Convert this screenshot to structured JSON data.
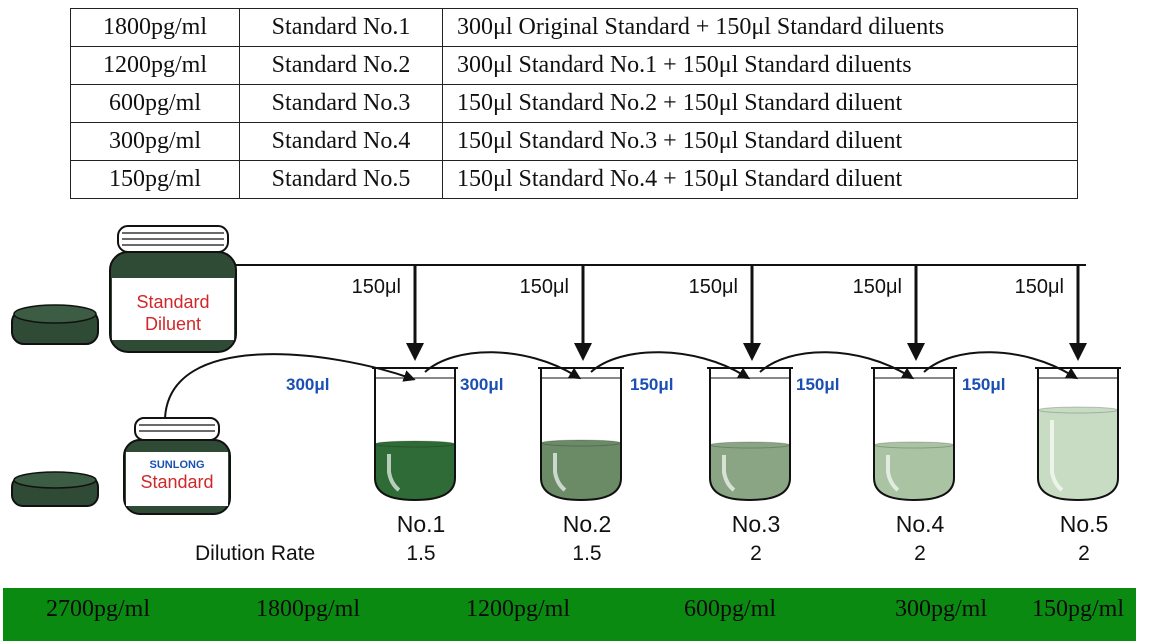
{
  "table": {
    "rows": [
      {
        "concentration": "1800pg/ml",
        "standard": "Standard No.1",
        "method": "300μl Original Standard + 150μl Standard diluents"
      },
      {
        "concentration": "1200pg/ml",
        "standard": "Standard No.2",
        "method": "300μl Standard No.1 + 150μl Standard diluents"
      },
      {
        "concentration": "600pg/ml",
        "standard": "Standard No.3",
        "method": "150μl Standard No.2 + 150μl Standard diluent"
      },
      {
        "concentration": "300pg/ml",
        "standard": "Standard No.4",
        "method": "150μl Standard No.3 + 150μl Standard diluent"
      },
      {
        "concentration": "150pg/ml",
        "standard": "Standard No.5",
        "method": "150μl Standard No.4 + 150μl Standard diluent"
      }
    ]
  },
  "diagram": {
    "diluent_jar": {
      "line1": "Standard",
      "line2": "Diluent"
    },
    "standard_jar": {
      "brand": "SUNLONG",
      "label": "Standard"
    },
    "diluent_volume_label": "150μl",
    "dilution_rate_label": "Dilution Rate",
    "tubes": [
      {
        "name": "No.1",
        "transfer": "300μl",
        "rate": "1.5",
        "liquid": "#2f6b37"
      },
      {
        "name": "No.2",
        "transfer": "300μl",
        "rate": "1.5",
        "liquid": "#6a8b66"
      },
      {
        "name": "No.3",
        "transfer": "150μl",
        "rate": "2",
        "liquid": "#8aa584"
      },
      {
        "name": "No.4",
        "transfer": "150μl",
        "rate": "2",
        "liquid": "#a9c3a3"
      },
      {
        "name": "No.5",
        "transfer": "150μl",
        "rate": "2",
        "liquid": "#c8dcc4"
      }
    ],
    "colors": {
      "transfer_label": "#1a4fb3",
      "jar_label": "#d0282a",
      "brand": "#1a4fb3",
      "jar_lid": "#2f4a35"
    }
  },
  "concentration_bar": {
    "color": "#0b8a12",
    "values": [
      "2700pg/ml",
      "1800pg/ml",
      "1200pg/ml",
      "600pg/ml",
      "300pg/ml",
      "150pg/ml"
    ]
  }
}
